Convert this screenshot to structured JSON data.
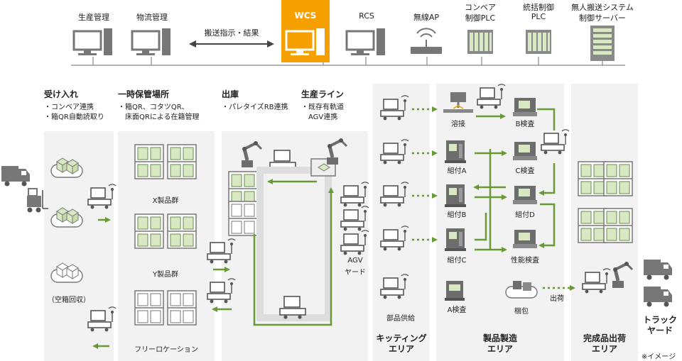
{
  "top_systems": {
    "production_mgmt": "生産管理",
    "logistics_mgmt": "物流管理",
    "transport_instruction": "搬送指示・結果",
    "wcs": "WCS",
    "rcs": "RCS",
    "wireless_ap": "無線AP",
    "conveyor_plc_1": "コンベア",
    "conveyor_plc_2": "制御PLC",
    "integrated_plc_1": "統括制御",
    "integrated_plc_2": "PLC",
    "unmanned_server_1": "無人搬送システム",
    "unmanned_server_2": "制御サーバー"
  },
  "sections": {
    "receiving": {
      "title": "受け入れ",
      "notes": [
        "・コンベア連携",
        "・箱QR自動読取り"
      ]
    },
    "temp_storage": {
      "title": "一時保管場所",
      "notes": [
        "・箱QR、コタツQR、",
        "　床面QRによる在籍管理"
      ]
    },
    "shipping_out": {
      "title": "出庫",
      "notes": [
        "・パレタイズRB連携"
      ]
    },
    "production_line": {
      "title": "生産ライン",
      "notes": [
        "・既存有軌道",
        "　AGV連携"
      ]
    }
  },
  "labels": {
    "empty_box_collection": "（空箱回収）",
    "x_product_group": "X製品群",
    "y_product_group": "Y製品群",
    "free_location": "フリーロケーション",
    "agv_yard_1": "AGV",
    "agv_yard_2": "ヤード",
    "parts_supply": "部品供給",
    "welding": "溶接",
    "b_inspection": "B検査",
    "assembly_a": "組付A",
    "c_inspection": "C検査",
    "assembly_b": "組付B",
    "assembly_d": "組付D",
    "assembly_c": "組付C",
    "performance_inspection": "性能検査",
    "a_inspection": "A検査",
    "packing": "梱包",
    "shipment": "出荷",
    "kitting_area_1": "キッティング",
    "kitting_area_2": "エリア",
    "manufacturing_area_1": "製品製造",
    "manufacturing_area_2": "エリア",
    "finished_shipping_area_1": "完成品出荷",
    "finished_shipping_area_2": "エリア",
    "truck_yard_1": "トラック",
    "truck_yard_2": "ヤード",
    "image_note": "※イメージ"
  },
  "colors": {
    "accent_orange": "#f5a000",
    "flow_green": "#6a9a35",
    "zone_gray": "#f2f2f2",
    "device_gray": "#777777",
    "shelf_green": "#d8e8c2"
  }
}
